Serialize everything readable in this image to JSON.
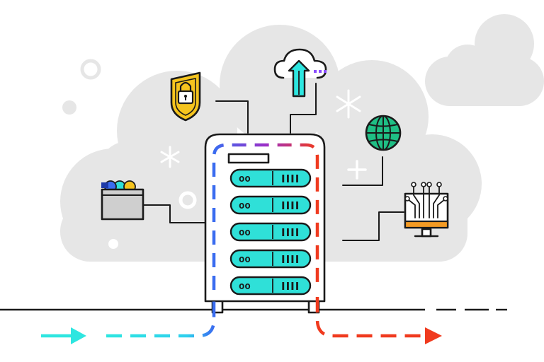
{
  "illustration": {
    "kind": "server rack cloud infrastructure illustration",
    "colors": {
      "cloud_fill": "#e6e6e6",
      "server_unit": "#2fe0d8",
      "lock_shield": "#f5c41e",
      "globe": "#1fbf85",
      "flow_in_start": "#2ee6e0",
      "flow_in_end": "#3a6cf0",
      "flow_out": "#f03a1e",
      "monitor_base": "#f39a24",
      "folder": "#cfcfcf",
      "dots_purple": "#8a4dff"
    },
    "server_units": [
      {
        "lights": "oo",
        "vents": "IIII"
      },
      {
        "lights": "oo",
        "vents": "IIII"
      },
      {
        "lights": "oo",
        "vents": "IIII"
      },
      {
        "lights": "oo",
        "vents": "IIII"
      },
      {
        "lights": "oo",
        "vents": "IIII"
      }
    ],
    "icons": [
      "folder-icon",
      "lock-shield-icon",
      "cloud-upload-icon",
      "globe-icon",
      "circuit-monitor-icon",
      "snowflake-icon",
      "plus-icon"
    ]
  }
}
